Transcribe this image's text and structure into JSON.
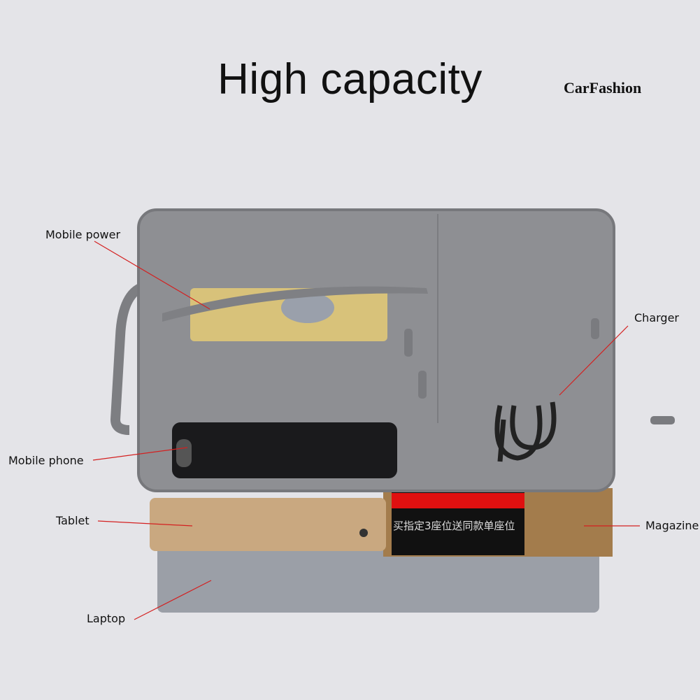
{
  "title": "High capacity",
  "brand": "CarFashion",
  "labels": {
    "mobile_power": "Mobile power",
    "charger": "Charger",
    "mobile_phone": "Mobile phone",
    "tablet": "Tablet",
    "magazine": "Magazine",
    "laptop": "Laptop"
  },
  "magazine_text": "买指定3座位送同款单座位",
  "colors": {
    "background": "#e4e4e8",
    "bag": "#8e8f93",
    "leader_line": "#d42020",
    "magazine_red": "#e01010"
  }
}
